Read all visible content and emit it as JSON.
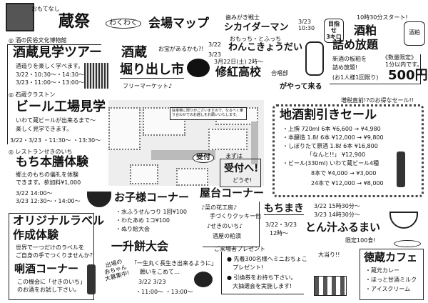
{
  "header": {
    "title": "蔵祭",
    "badge": "わくわく",
    "subtitle": "会場マップ",
    "gate_label": "おもてなし"
  },
  "museum": {
    "venue": "◎ 酒の民俗文化博物館",
    "title": "酒蔵見学ツアー",
    "desc": "酒造りを楽しく学べます。",
    "times": [
      "3/22・10:30～・14:30～",
      "3/23・11:00～・13:00～"
    ]
  },
  "beer": {
    "venue": "◎ 石蔵クラストン",
    "title": "ビール工場見学",
    "desc": [
      "いわて蔵ビールが出来るまで～",
      "楽しく見学できます。"
    ],
    "times": "3/22・3/23 ・11:30～ ・13:30～"
  },
  "mochi_zen": {
    "venue": "◎ レストランせきのいち",
    "title": "もち本膳体験",
    "desc": [
      "郷土のもちの儀礼を体験",
      "できます。参加料¥1,000"
    ],
    "times": [
      "3/22 14:00～",
      "3/23 12:30～・14:00～"
    ]
  },
  "label": {
    "title": [
      "オリジナルラベル",
      "作成体験"
    ],
    "desc": [
      "世界で一つだけのラベルを",
      "ご自身の手でつくりませんか？"
    ]
  },
  "kikizake": {
    "title": "唎酒コーナー",
    "desc": [
      "この機会に「せきのいち」",
      "のお酒をお試し下さい。"
    ]
  },
  "flea": {
    "title": [
      "酒蔵",
      "堀り出し市"
    ],
    "bubble": "お宝があるかも?!",
    "sub": "フリーマーケット♪",
    "dates": [
      "3/22",
      "3/23"
    ]
  },
  "hero": {
    "tag": "歯みがき戦士",
    "name": "シカイダーマン",
    "date": "3/23 10:30",
    "sub": "おもっち・とふっち",
    "name2": "わんこきょうだい"
  },
  "choir": {
    "date": "3月22日(土) 2時～",
    "school": "修紅高校",
    "club": "合唱部",
    "come": "がやって来る"
  },
  "parking_note": [
    "駐車場に限りがございますので、",
    "なるべく乗り合わせでの",
    "お越しをお願いいたします。"
  ],
  "reception": {
    "map_label": "受付",
    "pre": "まずは",
    "main": "受付へ!",
    "post": "どうぞ!"
  },
  "kasu": {
    "badge": [
      "目指せ",
      "3キロ"
    ],
    "start": "10時30分スタート!",
    "title": [
      "酒粕",
      "詰め放題"
    ],
    "desc": [
      "新酒の板粕を",
      "詰め放題!"
    ],
    "limit": [
      "《数量限定》",
      "1分以内です。"
    ],
    "note": "(お1人様1回限り)",
    "price": "500円",
    "bag": "酒粕"
  },
  "sale": {
    "banner": "増税直前!?のお得なセール!!",
    "title": "地酒割引きセール",
    "items": [
      "・上撰 720ml 6本 ¥6,600 → ¥4,980",
      "・本醸造 1.8ℓ 6本 ¥12,000 → ¥9,800",
      "・しぼりたて原酒 1.8ℓ 6本 ¥16,800",
      "「なんと!!」 ¥12,900",
      "・ビール(330ml) いわて蔵ビール4種",
      "8本で ¥4,000 → ¥3,000",
      "24本で ¥12,000 → ¥8,000"
    ]
  },
  "kids": {
    "title": "お子様コーナー",
    "items": [
      "・水ふうせんつり 1回¥100",
      "・わたあめ 1コ¥100",
      "・ぬり絵大会"
    ]
  },
  "yatai": {
    "title": "屋台コーナー",
    "items": [
      "♪菜の花工房♪",
      "手づくりクッキー他",
      "♪せきのいち♪",
      "酒屋の粕漬"
    ]
  },
  "issho": {
    "title": "一升餅大会",
    "quote": "「一生丸く長生き出来るように」",
    "desc": "願いをこめて…",
    "dates": "3/22 3/23",
    "times": "・11:00～ ・13:00～",
    "bubble": [
      "出場の",
      "赤ちゃん",
      "大募集中!"
    ]
  },
  "mochimaki": {
    "title": "もちまき",
    "times": [
      "3/22 15時30分～",
      "3/23 14時30分～"
    ]
  },
  "tonjiru": {
    "date": "3/22・3/23",
    "time": "12時～",
    "title": "とん汁ふるまい",
    "limit": "限定100食!"
  },
  "present": {
    "title": "ご来場者プレゼント",
    "items": [
      "● 先着300名様へミニおちょこ",
      "プレゼント!",
      "● 引換券をお持ち下さい。",
      "大抽選会を実施します!"
    ],
    "shout": "大当り!!"
  },
  "cafe": {
    "title": "徳蔵カフェ",
    "items": [
      "・蔵元カレー",
      "・ほっと甘酒ミルク",
      "・アイスクリーム"
    ]
  }
}
